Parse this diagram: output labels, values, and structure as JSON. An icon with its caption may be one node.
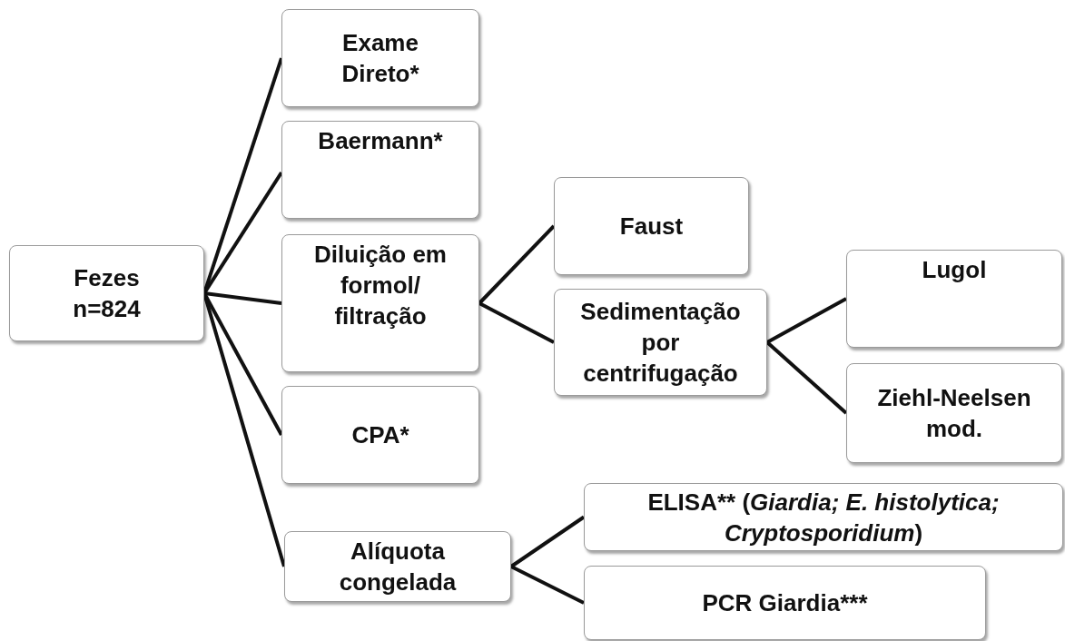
{
  "diagram": {
    "nodes": [
      {
        "text": [
          "Fezes n=824"
        ]
      },
      {
        "text": [
          "Exame Direto*"
        ]
      },
      {
        "text": [
          "Baermann*"
        ]
      },
      {
        "text": [
          "Diluição em formol/ filtração"
        ]
      },
      {
        "text": [
          "CPA*"
        ]
      },
      {
        "text": [
          "Alíquota congelada"
        ]
      },
      {
        "text": [
          "Faust"
        ]
      },
      {
        "text": [
          "Sedimentação por centrifugação"
        ]
      },
      {
        "text": [
          "Lugol"
        ]
      },
      {
        "text": [
          "Ziehl-Neelsen mod."
        ]
      },
      {
        "text": [
          "ELISA** (*Giardia; E. histolytica; Cryptosporidium*)"
        ]
      },
      {
        "text": [
          "PCR Giardia***"
        ]
      }
    ],
    "edges": [
      {
        "from": 0,
        "to": 1,
        "arrow": "none"
      },
      {
        "from": 0,
        "to": 2,
        "arrow": "none"
      },
      {
        "from": 0,
        "to": 3,
        "arrow": "none"
      },
      {
        "from": 0,
        "to": 4,
        "arrow": "none"
      },
      {
        "from": 0,
        "to": 5,
        "arrow": "none"
      },
      {
        "from": 3,
        "to": 6,
        "arrow": "none"
      },
      {
        "from": 3,
        "to": 7,
        "arrow": "none"
      },
      {
        "from": 7,
        "to": 8,
        "arrow": "none"
      },
      {
        "from": 7,
        "to": 9,
        "arrow": "none"
      },
      {
        "from": 5,
        "to": 10,
        "arrow": "none"
      },
      {
        "from": 5,
        "to": 11,
        "arrow": "none"
      }
    ]
  }
}
